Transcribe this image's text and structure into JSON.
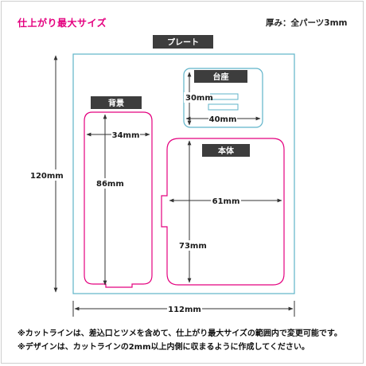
{
  "header": {
    "title": "仕上がり最大サイズ",
    "thickness_note": "厚み：全パーツ3mm"
  },
  "labels": {
    "plate": "プレート",
    "base": "台座",
    "back": "背景",
    "body": "本体"
  },
  "dimensions": {
    "plate_height": "120mm",
    "plate_width": "112mm",
    "back_width": "34mm",
    "back_height": "86mm",
    "base_height": "30mm",
    "base_width": "40mm",
    "body_width": "61mm",
    "body_height": "73mm"
  },
  "notes": [
    "※カットラインは、差込口とツメを含めて、仕上がり最大サイズの範囲内で変更可能です。",
    "※デザインは、カットラインの2mm以上内側に収まるように作成してください。"
  ],
  "colors": {
    "accent_pink": "#e4007f",
    "cut_blue": "#5fb3c9",
    "label_fill": "#3d3d3d",
    "dim_line": "#333333"
  }
}
